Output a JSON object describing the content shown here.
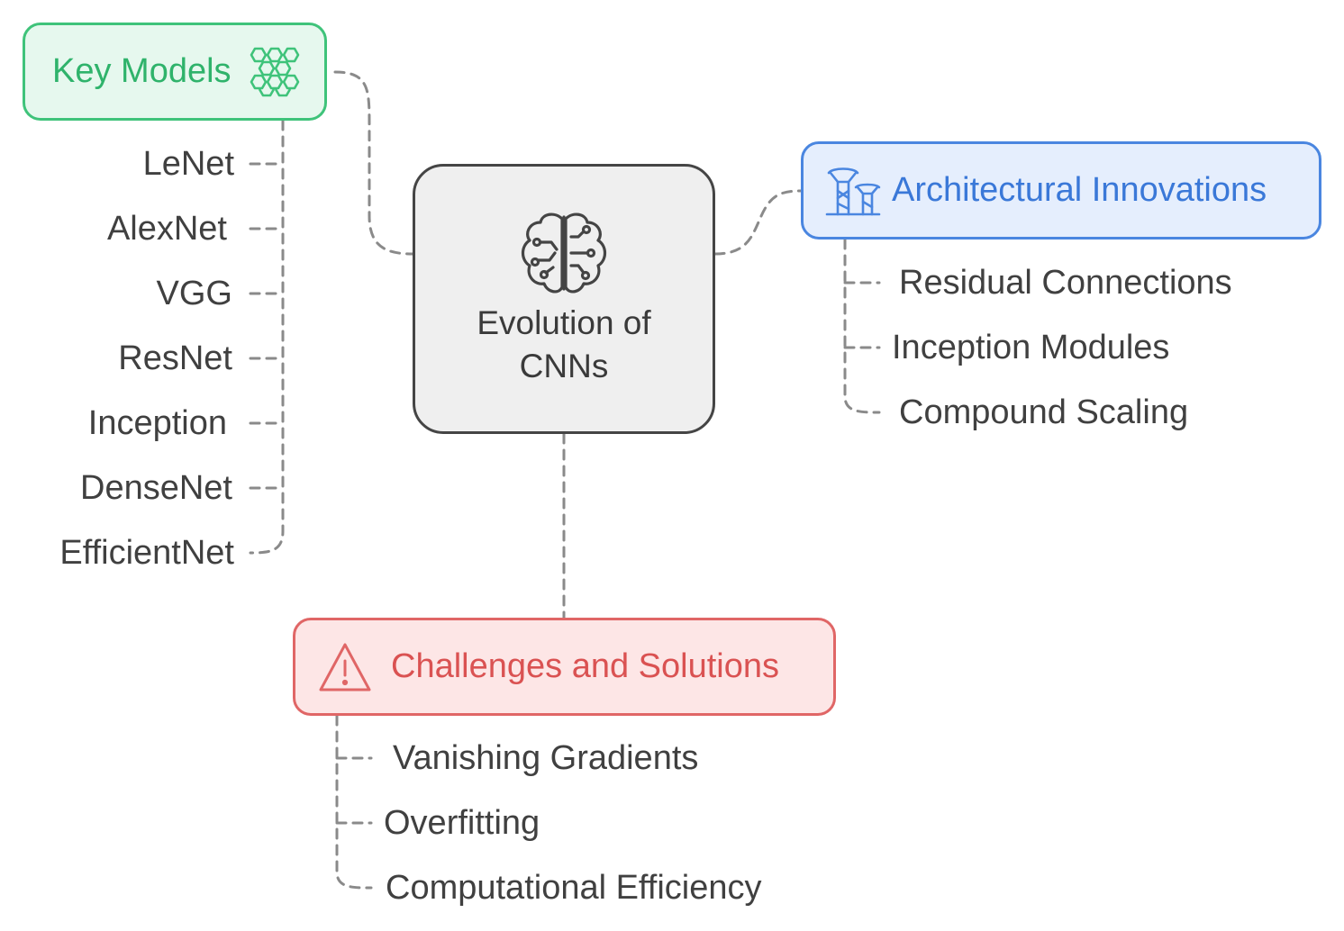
{
  "central": {
    "title": "Evolution of CNNs",
    "icon": "brain-circuit-icon"
  },
  "key_models": {
    "label": "Key Models",
    "icon": "honeycomb-icon",
    "color": "#3fc37a",
    "items": [
      "LeNet",
      "AlexNet",
      "VGG",
      "ResNet",
      "Inception",
      "DenseNet",
      "EfficientNet"
    ]
  },
  "architectural_innovations": {
    "label": "Architectural Innovations",
    "icon": "tree-structures-icon",
    "color": "#4a86e0",
    "items": [
      "Residual Connections",
      "Inception Modules",
      "Compound Scaling"
    ]
  },
  "challenges": {
    "label": "Challenges and Solutions",
    "icon": "warning-triangle-icon",
    "color": "#e06666",
    "items": [
      "Vanishing Gradients",
      "Overfitting",
      "Computational Efficiency"
    ]
  }
}
